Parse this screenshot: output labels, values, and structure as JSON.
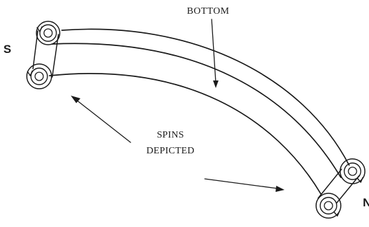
{
  "labels": {
    "bottom": "BOTTOM",
    "south_pole": "S",
    "north_pole": "N",
    "spins_line1": "SPINS",
    "spins_line2": "DEPICTED"
  },
  "colors": {
    "ink": "#1a1a1a",
    "background": "#ffffff"
  }
}
